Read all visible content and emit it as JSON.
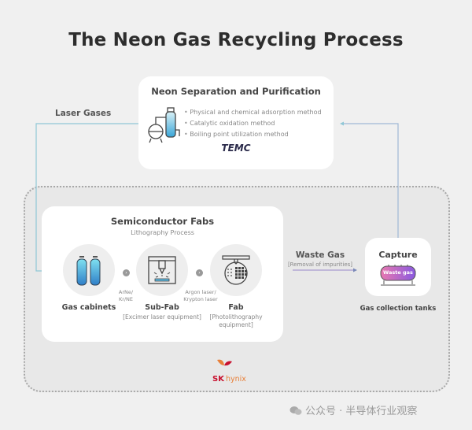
{
  "title": "The Neon Gas Recycling Process",
  "separation": {
    "title": "Neon Separation and Purification",
    "methods": [
      "Physical and chemical adsorption method",
      "Catalytic oxidation method",
      "Boiling point utilization method"
    ],
    "company": "TEMC",
    "icon": "distillation-column-icon"
  },
  "flows": {
    "laser_gases": "Laser Gases",
    "waste_gas": "Waste Gas",
    "waste_gas_sub": "[Removal of impurities]"
  },
  "fabs": {
    "title": "Semiconductor Fabs",
    "subtitle": "Lithography Process",
    "stages": [
      {
        "label": "Gas cabinets",
        "sub": "",
        "icon": "gas-cylinders-icon"
      },
      {
        "label": "Sub-Fab",
        "sub": "[Excimer laser equipment]",
        "icon": "excimer-laser-icon"
      },
      {
        "label": "Fab",
        "sub": "[Photolithography equipment]",
        "icon": "wafer-icon"
      }
    ],
    "transitions": [
      {
        "note": "ArNe/ Kr/NE",
        "step": "›"
      },
      {
        "note": "Argon laser/ Krypton laser",
        "step": "›"
      }
    ]
  },
  "capture": {
    "title": "Capture",
    "tank_text": "Waste gas",
    "label": "Gas collection tanks"
  },
  "brand": {
    "sk": "SK",
    "hynix": "hynix"
  },
  "watermark": "公众号 · 半导体行业观察",
  "colors": {
    "background": "#f0f0f0",
    "region": "#e8e8e8",
    "card": "#ffffff",
    "flow_line": "#8fc7d6",
    "waste_line": "#a99ad0",
    "sk_red": "#c8102e",
    "hynix_orange": "#e8803a"
  }
}
